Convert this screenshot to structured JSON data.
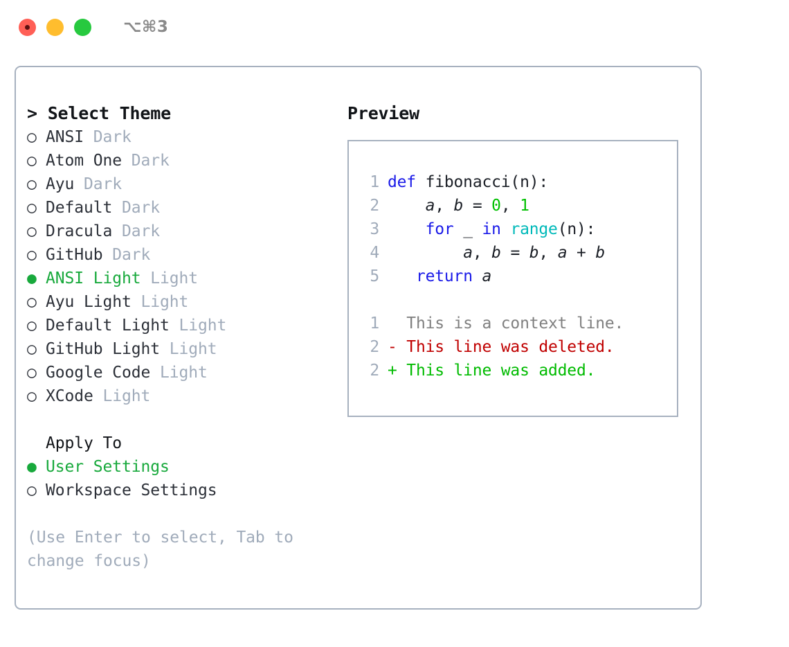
{
  "titlebar": {
    "shortcut": "⌥⌘3",
    "lights": [
      {
        "name": "close",
        "color": "#ff5f56"
      },
      {
        "name": "minimize",
        "color": "#ffbd2e"
      },
      {
        "name": "maximize",
        "color": "#27c93f"
      }
    ]
  },
  "theme_picker": {
    "heading": "> Select Theme",
    "marker_selected": "●",
    "marker_unselected": "○",
    "selected_color": "#18a93c",
    "tag_color": "#a0abba",
    "items": [
      {
        "marker": "○",
        "label": "ANSI",
        "tag": "Dark",
        "selected": false
      },
      {
        "marker": "○",
        "label": "Atom One",
        "tag": "Dark",
        "selected": false
      },
      {
        "marker": "○",
        "label": "Ayu",
        "tag": "Dark",
        "selected": false
      },
      {
        "marker": "○",
        "label": "Default",
        "tag": "Dark",
        "selected": false
      },
      {
        "marker": "○",
        "label": "Dracula",
        "tag": "Dark",
        "selected": false
      },
      {
        "marker": "○",
        "label": "GitHub",
        "tag": "Dark",
        "selected": false
      },
      {
        "marker": "●",
        "label": "ANSI Light",
        "tag": "Light",
        "selected": true
      },
      {
        "marker": "○",
        "label": "Ayu Light",
        "tag": "Light",
        "selected": false
      },
      {
        "marker": "○",
        "label": "Default Light",
        "tag": "Light",
        "selected": false
      },
      {
        "marker": "○",
        "label": "GitHub Light",
        "tag": "Light",
        "selected": false
      },
      {
        "marker": "○",
        "label": "Google Code",
        "tag": "Light",
        "selected": false
      },
      {
        "marker": "○",
        "label": "XCode",
        "tag": "Light",
        "selected": false
      }
    ]
  },
  "apply_to": {
    "heading": "Apply To",
    "items": [
      {
        "marker": "●",
        "label": "User Settings",
        "selected": true
      },
      {
        "marker": "○",
        "label": "Workspace Settings",
        "selected": false
      }
    ]
  },
  "hint": "(Use Enter to select, Tab to change focus)",
  "preview": {
    "title": "Preview",
    "code_lines": [
      {
        "number": "1",
        "tokens": [
          {
            "text": "def ",
            "style": "kw"
          },
          {
            "text": "fibonacci(n):",
            "style": "pln"
          }
        ]
      },
      {
        "number": "2",
        "tokens": [
          {
            "text": "    ",
            "style": "pln"
          },
          {
            "text": "a",
            "style": "var"
          },
          {
            "text": ", ",
            "style": "pln"
          },
          {
            "text": "b",
            "style": "var"
          },
          {
            "text": " = ",
            "style": "pln"
          },
          {
            "text": "0",
            "style": "num"
          },
          {
            "text": ", ",
            "style": "pln"
          },
          {
            "text": "1",
            "style": "num"
          }
        ]
      },
      {
        "number": "3",
        "tokens": [
          {
            "text": "    ",
            "style": "pln"
          },
          {
            "text": "for",
            "style": "kw"
          },
          {
            "text": " _ ",
            "style": "pln"
          },
          {
            "text": "in",
            "style": "kw"
          },
          {
            "text": " ",
            "style": "pln"
          },
          {
            "text": "range",
            "style": "fn"
          },
          {
            "text": "(n):",
            "style": "pln"
          }
        ]
      },
      {
        "number": "4",
        "tokens": [
          {
            "text": "        ",
            "style": "pln"
          },
          {
            "text": "a",
            "style": "var"
          },
          {
            "text": ", ",
            "style": "pln"
          },
          {
            "text": "b",
            "style": "var"
          },
          {
            "text": " = ",
            "style": "pln"
          },
          {
            "text": "b",
            "style": "var"
          },
          {
            "text": ", ",
            "style": "pln"
          },
          {
            "text": "a",
            "style": "var"
          },
          {
            "text": " + ",
            "style": "pln"
          },
          {
            "text": "b",
            "style": "var"
          }
        ]
      },
      {
        "number": "5",
        "tokens": [
          {
            "text": "   ",
            "style": "pln"
          },
          {
            "text": "return",
            "style": "kw"
          },
          {
            "text": " ",
            "style": "pln"
          },
          {
            "text": "a",
            "style": "var"
          }
        ]
      }
    ],
    "diff_lines": [
      {
        "number": "1",
        "sign": " ",
        "text": "This is a context line.",
        "style": "dctx"
      },
      {
        "number": "2",
        "sign": "-",
        "text": "This line was deleted.",
        "style": "ddel"
      },
      {
        "number": "2",
        "sign": "+",
        "text": "This line was added.",
        "style": "dadd"
      }
    ]
  }
}
